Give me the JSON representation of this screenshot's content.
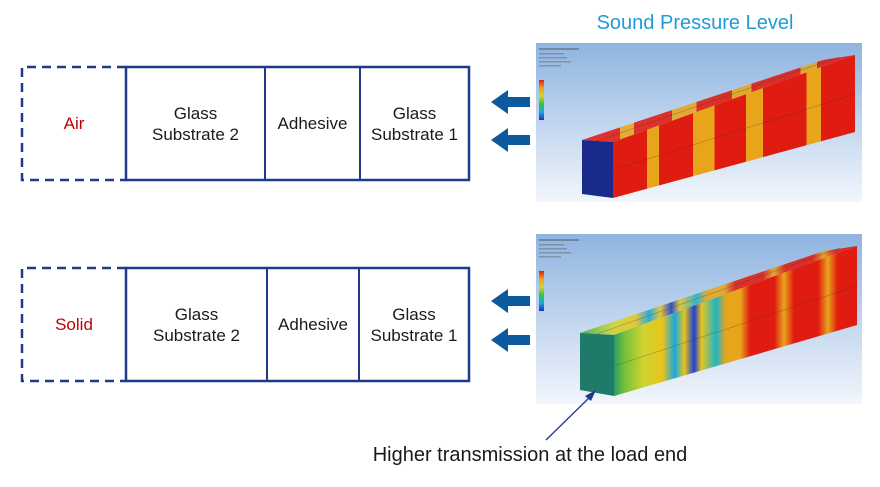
{
  "title": "Sound Pressure Level",
  "diagrams": [
    {
      "load": "Air",
      "layers": [
        "Glass\nSubstrate 2",
        "Adhesive",
        "Glass\nSubstrate 1"
      ]
    },
    {
      "load": "Solid",
      "layers": [
        "Glass\nSubstrate 2",
        "Adhesive",
        "Glass\nSubstrate 1"
      ]
    }
  ],
  "annotation": "Higher transmission at the load end",
  "colors": {
    "accent_title": "#1f9bd6",
    "load_text": "#c00000",
    "box_stroke": "#1f3a8a",
    "arrow": "#0c5a9e"
  },
  "icons": [
    "left-arrow-icon"
  ]
}
